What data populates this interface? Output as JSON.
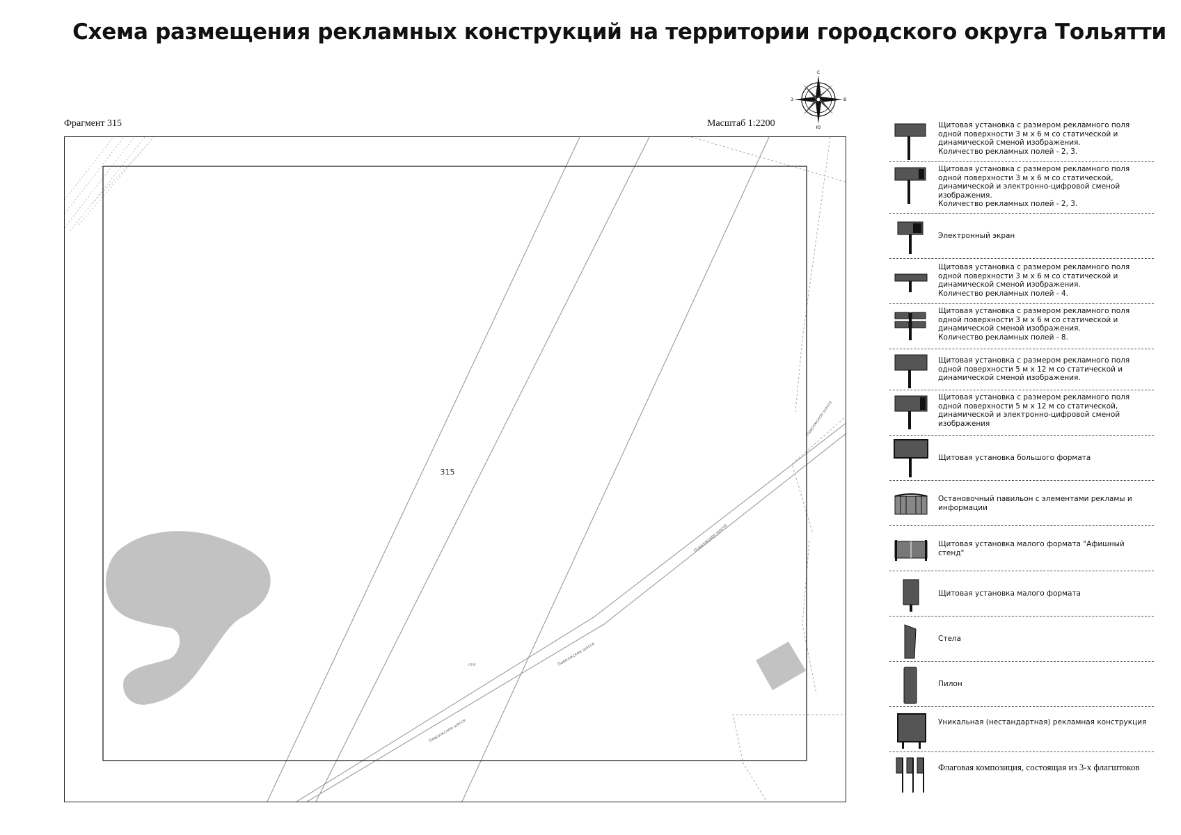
{
  "title": "Схема размещения рекламных конструкций на территории городского округа Тольятти",
  "fragment_label": "Фрагмент 315",
  "scale_label": "Масштаб 1:2200",
  "compass": {
    "n": "С",
    "s": "Ю",
    "w": "З",
    "e": "В"
  },
  "map": {
    "zone_number": "315",
    "road_name": "Поволжское шоссе",
    "small_label": "ЮЖ",
    "colors": {
      "vegetation": "#c2c2c2",
      "line": "#9a9a9a",
      "frame": "#222222"
    }
  },
  "legend": [
    {
      "icon": "billboard-3x6-icon",
      "text": "Щитовая установка с размером рекламного поля одной поверхности 3 м х 6 м со статической и динамической сменой изображения.\nКоличество рекламных полей - 2, 3."
    },
    {
      "icon": "billboard-3x6-digital-icon",
      "text": "Щитовая установка с размером рекламного поля одной поверхности 3 м х 6 м со статической, динамической и электронно-цифровой сменой изображения.\nКоличество рекламных полей - 2, 3."
    },
    {
      "icon": "electronic-screen-icon",
      "text": "Электронный экран"
    },
    {
      "icon": "billboard-3x6-4fields-icon",
      "text": "Щитовая установка с размером рекламного поля одной поверхности 3 м х 6 м со статической и динамической сменой изображения.\nКоличество рекламных полей - 4."
    },
    {
      "icon": "billboard-3x6-8fields-icon",
      "text": "Щитовая установка с размером рекламного поля одной поверхности 3 м х 6 м со статической и динамической сменой изображения.\nКоличество рекламных полей - 8."
    },
    {
      "icon": "billboard-5x12-icon",
      "text": "Щитовая установка с размером рекламного поля одной поверхности 5 м х 12 м со статической и динамической сменой изображения."
    },
    {
      "icon": "billboard-5x12-digital-icon",
      "text": "Щитовая установка с размером рекламного поля одной поверхности 5 м х 12 м со статической, динамической и электронно-цифровой сменой изображения"
    },
    {
      "icon": "large-format-billboard-icon",
      "text": "Щитовая установка большого формата"
    },
    {
      "icon": "bus-stop-pavilion-icon",
      "text": "Остановочный павильон с элементами рекламы и информации"
    },
    {
      "icon": "poster-stand-icon",
      "text": "Щитовая установка малого формата \"Афишный стенд\""
    },
    {
      "icon": "small-format-billboard-icon",
      "text": "Щитовая установка малого формата"
    },
    {
      "icon": "stele-icon",
      "text": "Стела"
    },
    {
      "icon": "pylon-icon",
      "text": "Пилон"
    },
    {
      "icon": "unique-construction-icon",
      "text": "Уникальная (нестандартная) рекламная конструкция"
    },
    {
      "icon": "flag-composition-icon",
      "text": "Флаговая композиция, состоящая из 3-х флагштоков"
    }
  ]
}
